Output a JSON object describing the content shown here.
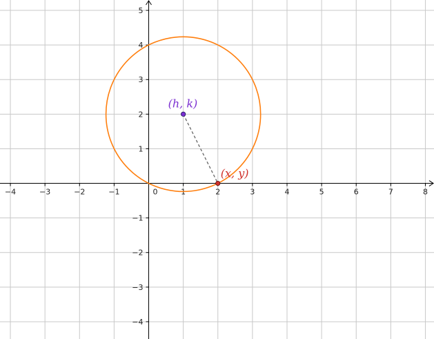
{
  "chart_data": {
    "type": "scatter",
    "xlim": [
      -4.3,
      8.25
    ],
    "ylim": [
      -4.5,
      5.3
    ],
    "grid": true,
    "x_ticks": [
      -4,
      -3,
      -2,
      -1,
      0,
      1,
      2,
      3,
      4,
      5,
      6,
      7,
      8
    ],
    "y_ticks": [
      -4,
      -3,
      -2,
      -1,
      1,
      2,
      3,
      4,
      5
    ],
    "origin_label": "0",
    "x_tick_labels": [
      "−4",
      "−3",
      "−2",
      "−1",
      "0",
      "1",
      "2",
      "3",
      "4",
      "5",
      "6",
      "7",
      "8"
    ],
    "y_tick_labels": [
      "−4",
      "−3",
      "−2",
      "−1",
      "1",
      "2",
      "3",
      "4",
      "5"
    ],
    "circle": {
      "h": 1,
      "k": 2,
      "r": 2.236,
      "color": "#ff7f0e"
    },
    "center": {
      "x": 1,
      "y": 2,
      "label": "(h, k)",
      "color": "#7b2fd1"
    },
    "point_on_circle": {
      "x": 2,
      "y": 0,
      "label": "(x, y)",
      "color": "#d0302a"
    },
    "radius_segment": {
      "from": [
        1,
        2
      ],
      "to": [
        2,
        0
      ],
      "style": "dashed",
      "color": "#666666"
    }
  }
}
